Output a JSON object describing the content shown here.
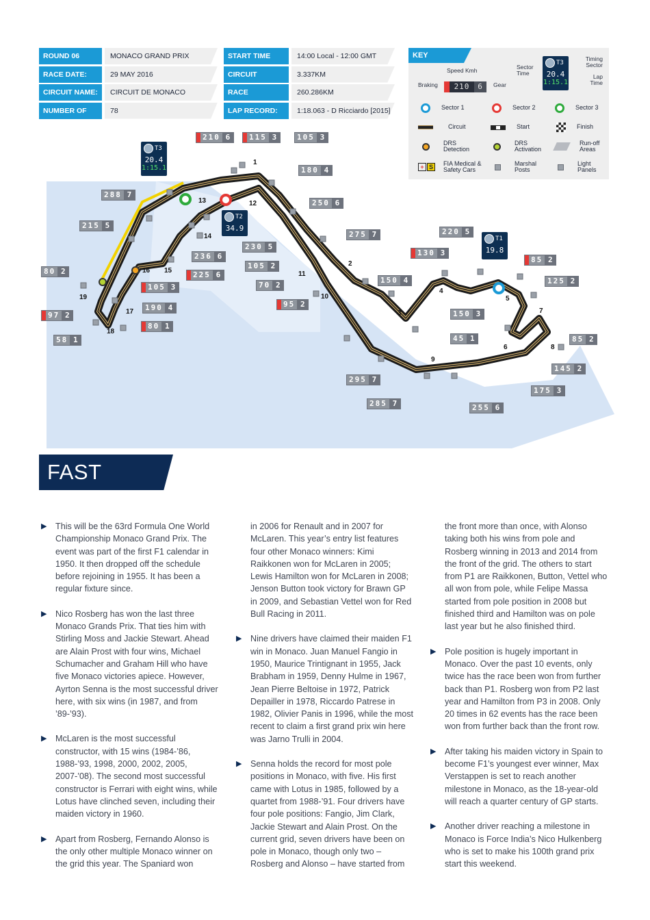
{
  "info": {
    "rows": [
      {
        "l1": "ROUND 06",
        "v1": "MONACO GRAND PRIX",
        "l2": "START TIME",
        "v2": "14:00 Local - 12:00 GMT"
      },
      {
        "l1": "RACE DATE:",
        "v1": "29 MAY 2016",
        "l2": "CIRCUIT LENGTH:",
        "v2": "3.337KM"
      },
      {
        "l1": "CIRCUIT NAME:",
        "v1": "CIRCUIT DE MONACO",
        "l2": "RACE DISTANCE:",
        "v2": "260.286KM"
      },
      {
        "l1": "NUMBER OF LAPS:",
        "v1": "78",
        "l2": "LAP RECORD:",
        "v2": "1:18.063 - D Ricciardo [2015]"
      }
    ]
  },
  "key": {
    "title": "KEY",
    "speed_kmh": "Speed Kmh",
    "braking": "Braking",
    "gear": "Gear",
    "sample_speed": "210",
    "sample_gear": "6",
    "sector_time": "Sector Time",
    "timing_sector": "Timing Sector",
    "lap_time": "Lap Time",
    "sample_sector": "T3",
    "sample_sector_time": "20.4",
    "sample_lap": "1:15.1",
    "sector1": "Sector 1",
    "sector2": "Sector 2",
    "sector3": "Sector 3",
    "circuit": "Circuit",
    "start": "Start",
    "finish": "Finish",
    "drs_detection": "DRS Detection",
    "drs_activation": "DRS Activation",
    "runoff": "Run-off Areas",
    "fia": "FIA Medical & Safety Cars",
    "marshal": "Marshal Posts",
    "light": "Light Panels",
    "colors": {
      "sector1": "#1b9ad6",
      "sector2": "#e53935",
      "sector3": "#2eaa3c",
      "drs_detection": "#f5a623",
      "drs_activation": "#b5d334"
    }
  },
  "map": {
    "speed_tags": [
      {
        "speed": "210",
        "gear": "6",
        "brake": true
      },
      {
        "speed": "115",
        "gear": "3",
        "brake": true
      },
      {
        "speed": "105",
        "gear": "3",
        "brake": false
      },
      {
        "speed": "180",
        "gear": "4",
        "brake": false
      },
      {
        "speed": "288",
        "gear": "7",
        "brake": false
      },
      {
        "speed": "250",
        "gear": "6",
        "brake": false
      },
      {
        "speed": "215",
        "gear": "5",
        "brake": false
      },
      {
        "speed": "275",
        "gear": "7",
        "brake": false
      },
      {
        "speed": "230",
        "gear": "5",
        "brake": false
      },
      {
        "speed": "236",
        "gear": "6",
        "brake": false
      },
      {
        "speed": "225",
        "gear": "6",
        "brake": true
      },
      {
        "speed": "105",
        "gear": "2",
        "brake": false
      },
      {
        "speed": "80",
        "gear": "2",
        "brake": false
      },
      {
        "speed": "105",
        "gear": "3",
        "brake": true
      },
      {
        "speed": "70",
        "gear": "2",
        "brake": false
      },
      {
        "speed": "150",
        "gear": "4",
        "brake": false
      },
      {
        "speed": "130",
        "gear": "3",
        "brake": true
      },
      {
        "speed": "220",
        "gear": "5",
        "brake": false
      },
      {
        "speed": "85",
        "gear": "2",
        "brake": true
      },
      {
        "speed": "125",
        "gear": "2",
        "brake": false
      },
      {
        "speed": "95",
        "gear": "2",
        "brake": true
      },
      {
        "speed": "190",
        "gear": "4",
        "brake": false
      },
      {
        "speed": "97",
        "gear": "2",
        "brake": true
      },
      {
        "speed": "80",
        "gear": "1",
        "brake": true
      },
      {
        "speed": "58",
        "gear": "1",
        "brake": false
      },
      {
        "speed": "150",
        "gear": "3",
        "brake": false
      },
      {
        "speed": "45",
        "gear": "1",
        "brake": false
      },
      {
        "speed": "85",
        "gear": "2",
        "brake": false
      },
      {
        "speed": "145",
        "gear": "2",
        "brake": false
      },
      {
        "speed": "175",
        "gear": "3",
        "brake": false
      },
      {
        "speed": "295",
        "gear": "7",
        "brake": false
      },
      {
        "speed": "285",
        "gear": "7",
        "brake": false
      },
      {
        "speed": "255",
        "gear": "6",
        "brake": false
      }
    ],
    "turns": [
      "1",
      "2",
      "3",
      "4",
      "5",
      "6",
      "7",
      "8",
      "9",
      "10",
      "11",
      "12",
      "13",
      "14",
      "15",
      "16",
      "17",
      "18",
      "19"
    ],
    "sectors": [
      {
        "name": "T3",
        "time": "20.4",
        "lap": "1:15.1"
      },
      {
        "name": "T2",
        "time": "34.9"
      },
      {
        "name": "T1",
        "time": "19.8"
      }
    ]
  },
  "fast_facts": {
    "title": "FAST FACTS",
    "col1": [
      {
        "bullet": true,
        "text": "This will be the 63rd Formula One World Championship Monaco Grand Prix. The event was part of the first F1 calendar in 1950. It then dropped off the schedule before rejoining in 1955. It has been a regular fixture since."
      },
      {
        "bullet": true,
        "text": "Nico Rosberg has won the last three Monaco Grands Prix. That ties him with Stirling Moss and Jackie Stewart. Ahead are Alain Prost with four wins, Michael Schumacher and Graham Hill who have five Monaco victories apiece. However, Ayrton Senna is the most successful driver here, with six wins (in 1987, and from ’89-’93)."
      },
      {
        "bullet": true,
        "text": "McLaren is the most successful constructor, with 15 wins (1984-’86, 1988-’93, 1998, 2000, 2002, 2005, 2007-’08). The second most successful constructor is Ferrari with eight wins, while Lotus have clinched seven, including their maiden victory in 1960."
      },
      {
        "bullet": true,
        "text": "Apart from Rosberg, Fernando Alonso is the only other multiple Monaco winner on the grid this year. The Spaniard won"
      }
    ],
    "col2": [
      {
        "bullet": false,
        "text": "in 2006 for Renault and in 2007 for McLaren. This year’s entry list features four other Monaco winners: Kimi Raikkonen won for McLaren in 2005; Lewis Hamilton won for McLaren in 2008; Jenson Button took victory for Brawn GP in 2009, and Sebastian Vettel won for Red Bull Racing in 2011."
      },
      {
        "bullet": true,
        "text": "Nine drivers have claimed their maiden F1 win in Monaco. Juan Manuel Fangio in 1950, Maurice Trintignant in 1955, Jack Brabham in 1959, Denny Hulme in 1967, Jean Pierre Beltoise in 1972, Patrick Depailler in 1978, Riccardo Patrese in 1982, Olivier Panis in 1996, while the most recent to claim a first grand prix win here was Jarno Trulli in 2004."
      },
      {
        "bullet": true,
        "text": "Senna holds the record for most pole positions in Monaco, with five. His first came with Lotus in 1985, followed by a quartet from 1988-’91. Four drivers have four pole positions: Fangio, Jim Clark, Jackie Stewart and Alain Prost. On the current grid, seven drivers have been on pole in Monaco, though only two – Rosberg and Alonso – have started from"
      }
    ],
    "col3": [
      {
        "bullet": false,
        "text": "the front more than once, with Alonso taking both his wins from pole and Rosberg winning in 2013 and 2014 from the front of the grid. The others to start from P1 are Raikkonen, Button, Vettel who all won from pole, while Felipe Massa started from pole position in 2008 but finished third and Hamilton was on pole last year but he also finished third."
      },
      {
        "bullet": true,
        "text": "Pole position is hugely important in Monaco. Over the past 10 events, only twice has the race been won from further back than P1. Rosberg won from P2 last year and Hamilton from P3 in 2008. Only 20 times in 62 events has the race been won from further back than the front row."
      },
      {
        "bullet": true,
        "text": "After taking his maiden victory in Spain to become F1’s youngest ever winner, Max Verstappen is set to reach another milestone in Monaco, as the 18-year-old will reach a quarter century of GP starts."
      },
      {
        "bullet": true,
        "text": "Another driver reaching a milestone in Monaco is Force India’s Nico Hulkenberg who is set to make his 100th grand prix start this weekend."
      }
    ]
  }
}
